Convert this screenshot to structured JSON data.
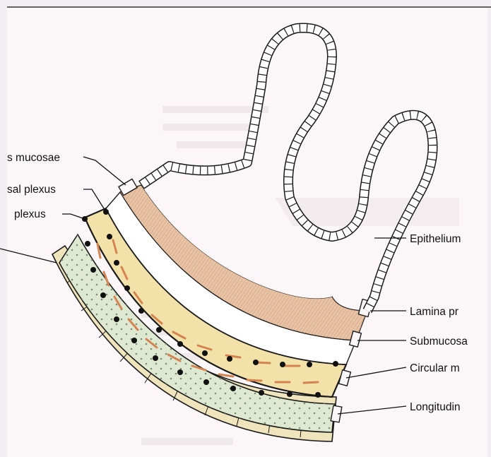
{
  "labels": {
    "muscularis_mucosae": "s mucosae",
    "submucosal_plexus": "sal plexus",
    "myenteric_plexus": "plexus",
    "epithelium": "Epithelium",
    "lamina_propria": "Lamina pr",
    "submucosa": "Submucosa",
    "circular_muscle": "Circular m",
    "longitudinal_muscle": "Longitudin"
  },
  "colors": {
    "page": "#f3eef1",
    "panel": "#fbf6f8",
    "lamina_propria": "#e8c4a6",
    "submucosa": "#ffffff",
    "circular_muscle": "#f3e1aa",
    "muscle_fibers": "#d5834f",
    "longitudinal_muscle": "#dfe9d2",
    "serosa": "#efe4bb",
    "outline": "#1a1a1a"
  }
}
